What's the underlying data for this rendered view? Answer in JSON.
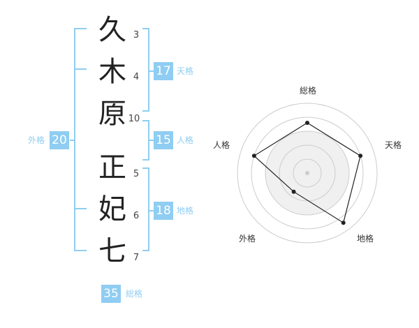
{
  "name": {
    "characters": [
      "久",
      "木",
      "原",
      "正",
      "妃",
      "七"
    ],
    "strokes": [
      "3",
      "4",
      "10",
      "5",
      "6",
      "7"
    ]
  },
  "scores": {
    "tenkaku": {
      "value": "17",
      "label": "天格"
    },
    "jinkaku": {
      "value": "15",
      "label": "人格"
    },
    "chikaku": {
      "value": "18",
      "label": "地格"
    },
    "gaikaku": {
      "value": "20",
      "label": "外格"
    },
    "soukaku": {
      "value": "35",
      "label": "総格"
    }
  },
  "colors": {
    "accent": "#8fcdf2",
    "text": "#222222",
    "ring": "#cccccc",
    "fill": "#f0f0f0"
  },
  "chart_data": {
    "type": "radar",
    "axes": [
      "総格",
      "天格",
      "地格",
      "外格",
      "人格"
    ],
    "values": [
      0.72,
      0.8,
      0.88,
      0.33,
      0.8
    ],
    "scale_max": 1,
    "rings": 5
  }
}
